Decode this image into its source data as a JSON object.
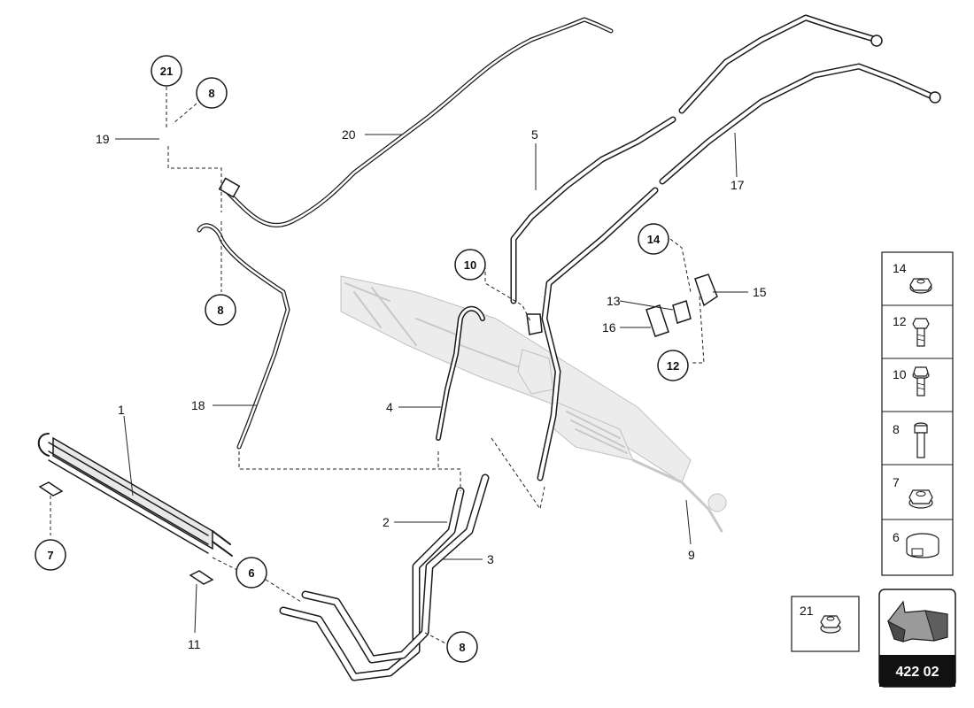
{
  "diagram": {
    "page_code": "422 02",
    "part_labels": {
      "p1": "1",
      "p2": "2",
      "p3": "3",
      "p4": "4",
      "p5": "5",
      "p9": "9",
      "p11": "11",
      "p13": "13",
      "p15": "15",
      "p16": "16",
      "p17": "17",
      "p18": "18",
      "p19": "19",
      "p20": "20"
    },
    "circle_labels": {
      "c21": "21",
      "c8a": "8",
      "c8b": "8",
      "c8c": "8",
      "c10": "10",
      "c14": "14",
      "c12": "12",
      "c7": "7",
      "c6": "6"
    },
    "legend": [
      {
        "number": "14",
        "icon": "flange-nut-icon"
      },
      {
        "number": "12",
        "icon": "bolt-icon"
      },
      {
        "number": "10",
        "icon": "flange-bolt-icon"
      },
      {
        "number": "8",
        "icon": "long-bolt-icon"
      },
      {
        "number": "7",
        "icon": "hex-nut-icon"
      },
      {
        "number": "6",
        "icon": "hose-clamp-icon"
      }
    ],
    "legend_extra": {
      "number": "21",
      "icon": "flange-nut-icon"
    }
  }
}
